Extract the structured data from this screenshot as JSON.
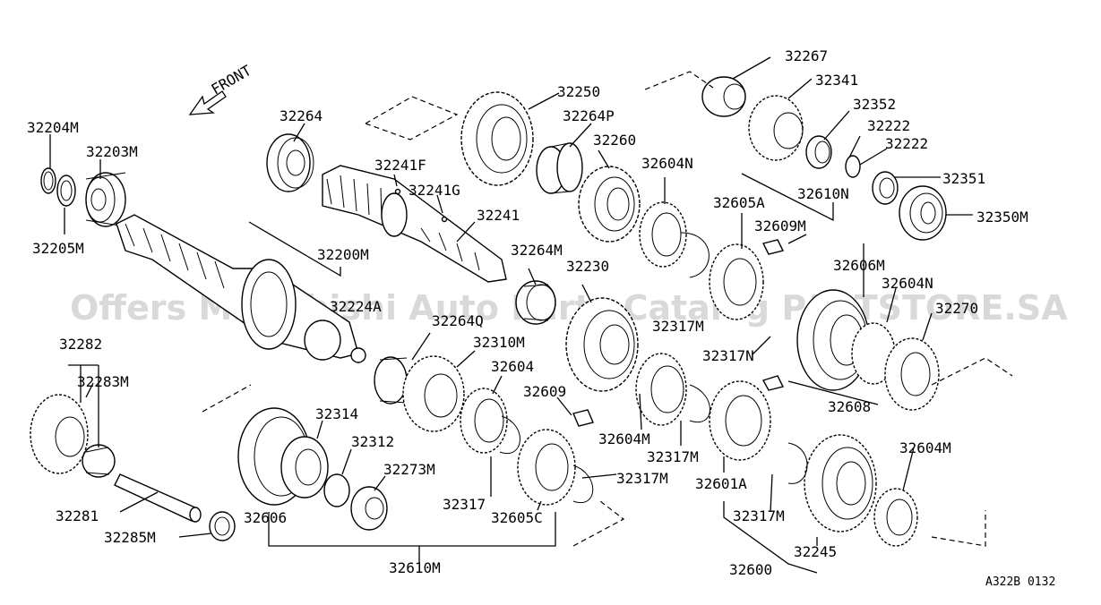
{
  "diagram": {
    "front_label": "FRONT",
    "watermark": "Offers Mitsubishi Auto Parts Catalog PARTSTORE.SA",
    "code": "A322B 0132",
    "labels": {
      "p32204M": "32204M",
      "p32203M": "32203M",
      "p32205M": "32205M",
      "p32264": "32264",
      "p32241F": "32241F",
      "p32241G": "32241G",
      "p32241": "32241",
      "p32200M": "32200M",
      "p32224A": "32224A",
      "p32250": "32250",
      "p32264P": "32264P",
      "p32260": "32260",
      "p32604N": "32604N",
      "p32267": "32267",
      "p32341": "32341",
      "p32352": "32352",
      "p32222a": "32222",
      "p32222b": "32222",
      "p32351": "32351",
      "p32350M": "32350M",
      "p32610N": "32610N",
      "p32605A": "32605A",
      "p32609a": "32609M",
      "p32606M": "32606M",
      "p32604Nb": "32604N",
      "p32270": "32270",
      "p32264M": "32264M",
      "p32230": "32230",
      "p32317Ma": "32317M",
      "p32317N": "32317N",
      "p32608": "32608",
      "p32264Q": "32264Q",
      "p32310M": "32310M",
      "p32604": "32604",
      "p32609b": "32609",
      "p32604Ma": "32604M",
      "p32317Mb": "32317M",
      "p32601A": "32601A",
      "p32604Mb": "32604M",
      "p32282": "32282",
      "p32283M": "32283M",
      "p32281": "32281",
      "p32285M": "32285M",
      "p32314": "32314",
      "p32312": "32312",
      "p32273M": "32273M",
      "p32317Mc": "32317M",
      "p32317": "32317",
      "p32605C": "32605C",
      "p32606": "32606",
      "p32610M": "32610M",
      "p32317Md": "32317M",
      "p32245": "32245",
      "p32600": "32600"
    }
  }
}
